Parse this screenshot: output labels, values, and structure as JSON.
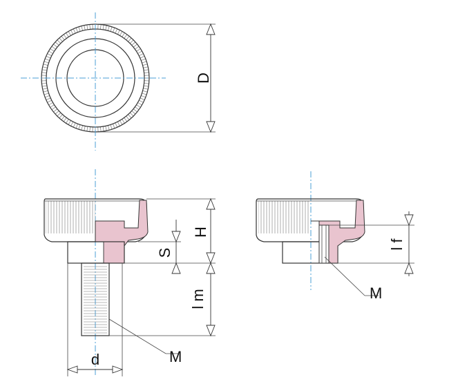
{
  "labels": {
    "D": "D",
    "H": "H",
    "S": "S",
    "lm": "l m",
    "d": "d",
    "M_left": "M",
    "lf": "l f",
    "M_right": "M"
  },
  "colors": {
    "centerline": "#4a9fd6",
    "section_fill": "#e9c4cf",
    "outline": "#333333"
  }
}
